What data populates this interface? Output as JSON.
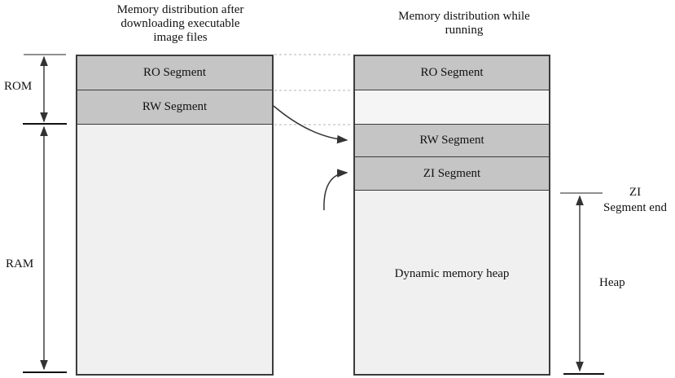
{
  "titles": {
    "left": {
      "line1": "Memory distribution after",
      "line2": "downloading executable",
      "line3": "image files"
    },
    "right": {
      "line1": "Memory distribution while",
      "line2": "running"
    }
  },
  "left_column": {
    "ro_label": "RO Segment",
    "rw_label": "RW Segment"
  },
  "right_column": {
    "ro_label": "RO Segment",
    "rw_label": "RW Segment",
    "zi_label": "ZI Segment",
    "heap_label": "Dynamic memory heap"
  },
  "side_labels": {
    "rom": "ROM",
    "ram": "RAM",
    "zi_end_line1": "ZI",
    "zi_end_line2": "Segment end",
    "heap": "Heap"
  },
  "colors": {
    "segment_dark": "#c5c5c5",
    "segment_light": "#f0f0f0",
    "segment_lighter": "#f5f5f5",
    "border": "#3c3c3c",
    "arrow": "#333333",
    "tick_gray": "#909090",
    "tick_black": "#111111",
    "dashed": "#c2c2c2"
  }
}
